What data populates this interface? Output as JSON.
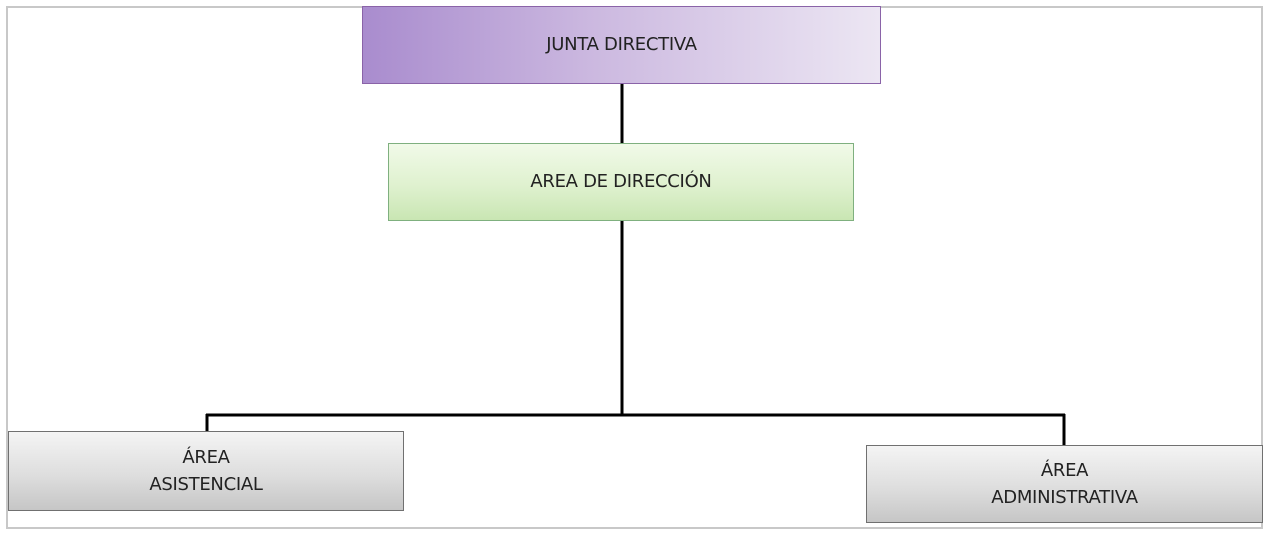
{
  "diagram": {
    "nodes": {
      "junta": {
        "label": "JUNTA DIRECTIVA",
        "color": "#a98cce"
      },
      "direccion": {
        "label": "AREA DE DIRECCIÓN",
        "color": "#dff1cf"
      },
      "asistencial": {
        "line1": "ÁREA",
        "line2": "ASISTENCIAL",
        "color": "#dedede"
      },
      "administrativa": {
        "line1": "ÁREA",
        "line2": "ADMINISTRATIVA",
        "color": "#dedede"
      }
    },
    "edges": [
      {
        "from": "JUNTA DIRECTIVA",
        "to": "AREA DE DIRECCIÓN"
      },
      {
        "from": "AREA DE DIRECCIÓN",
        "to": "ÁREA ASISTENCIAL"
      },
      {
        "from": "AREA DE DIRECCIÓN",
        "to": "ÁREA ADMINISTRATIVA"
      }
    ],
    "connector_color": "#000000",
    "frame_color": "#c8c8c8"
  }
}
